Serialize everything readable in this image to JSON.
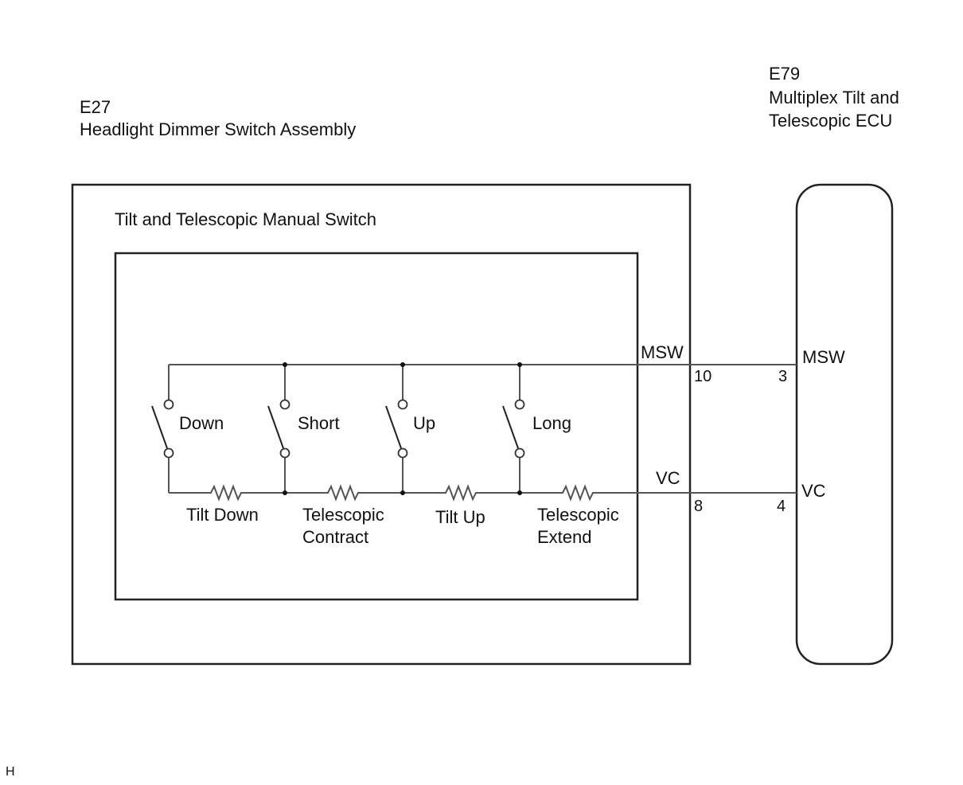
{
  "connectors": {
    "e27": {
      "code": "E27",
      "name": "Headlight Dimmer Switch Assembly",
      "inner_title": "Tilt and Telescopic Manual Switch"
    },
    "e79": {
      "code": "E79",
      "name_line1": "Multiplex Tilt and",
      "name_line2": "Telescopic ECU"
    }
  },
  "switches": [
    {
      "label": "Down"
    },
    {
      "label": "Short"
    },
    {
      "label": "Up"
    },
    {
      "label": "Long"
    }
  ],
  "resistors": [
    {
      "line1": "Tilt Down",
      "line2": ""
    },
    {
      "line1": "Telescopic",
      "line2": "Contract"
    },
    {
      "line1": "Tilt Up",
      "line2": ""
    },
    {
      "line1": "Telescopic",
      "line2": "Extend"
    }
  ],
  "signals": {
    "msw": {
      "name": "MSW",
      "e27_pin": "10",
      "e79_pin": "3",
      "ecu_label": "MSW"
    },
    "vc": {
      "name": "VC",
      "e27_pin": "8",
      "e79_pin": "4",
      "ecu_label": "VC"
    }
  },
  "footer": {
    "code": "H"
  }
}
